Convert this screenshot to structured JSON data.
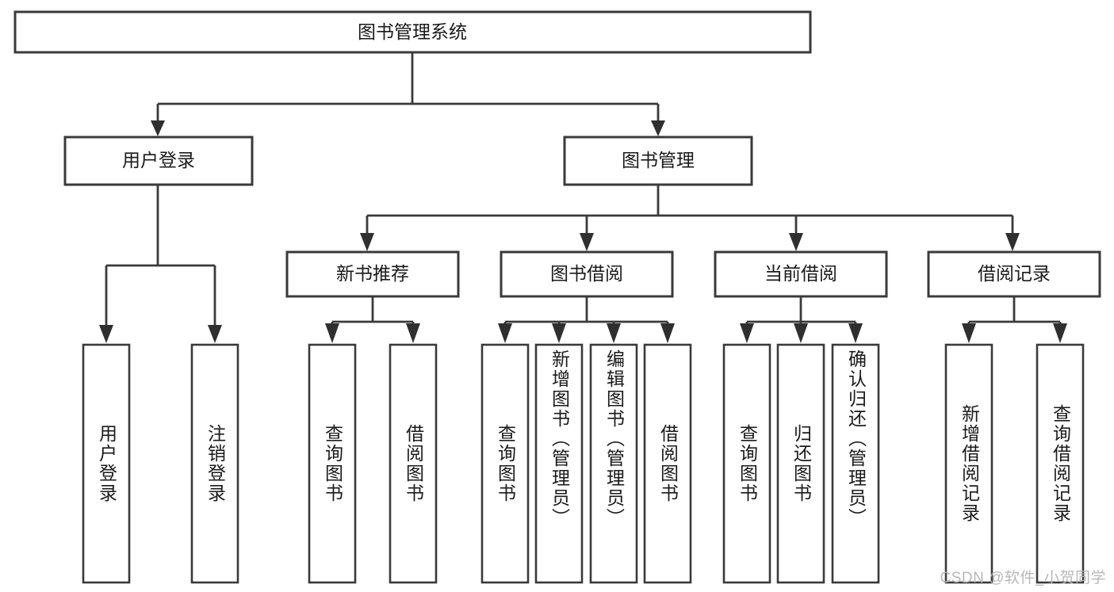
{
  "diagram": {
    "title": "图书管理系统",
    "type": "tree-hierarchy-chart",
    "watermark": "CSDN @软件_小贺同学",
    "colors": {
      "stroke": "#3a3a3a",
      "fill": "#ffffff",
      "text": "#1a1a1a",
      "watermark": "#b8b8b8"
    },
    "root": {
      "label": "图书管理系统"
    },
    "level2": [
      {
        "label": "用户登录"
      },
      {
        "label": "图书管理"
      }
    ],
    "level3": [
      {
        "label": "新书推荐"
      },
      {
        "label": "图书借阅"
      },
      {
        "label": "当前借阅"
      },
      {
        "label": "借阅记录"
      }
    ],
    "leaves": {
      "user_login": [
        {
          "label": "用户登录"
        },
        {
          "label": "注销登录"
        }
      ],
      "new_book_recommend": [
        {
          "label": "查询图书"
        },
        {
          "label": "借阅图书"
        }
      ],
      "book_borrow": [
        {
          "label": "查询图书"
        },
        {
          "label": "新增图书（管理员）"
        },
        {
          "label": "编辑图书（管理员）"
        },
        {
          "label": "借阅图书"
        }
      ],
      "current_borrow": [
        {
          "label": "查询图书"
        },
        {
          "label": "归还图书"
        },
        {
          "label": "确认归还（管理员）"
        }
      ],
      "borrow_records": [
        {
          "label": "新增借阅记录"
        },
        {
          "label": "查询借阅记录"
        }
      ]
    }
  }
}
